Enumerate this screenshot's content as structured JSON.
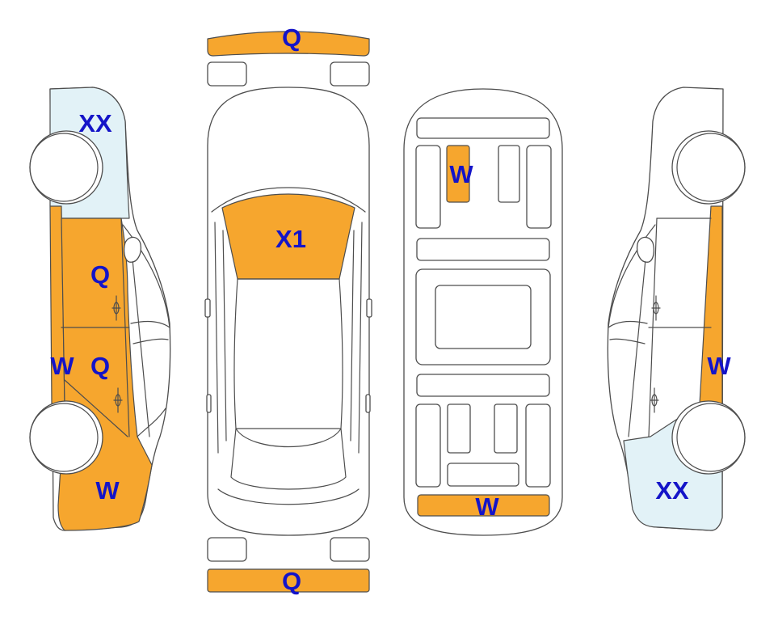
{
  "colors": {
    "marked_orange": "#f6a62e",
    "marked_light_blue": "#e2f2f7",
    "label_blue": "#1414c8",
    "outline": "#4d4d4d"
  },
  "labels": {
    "front_bumper": "Q",
    "rear_bumper": "Q",
    "windshield": "X1",
    "roof_area": "W",
    "trunk_lip": "W",
    "left_front_fender": "XX",
    "left_front_door": "Q",
    "left_rear_door": "Q",
    "left_rocker": "W",
    "left_rear_quarter": "W",
    "right_rocker": "W",
    "right_rear_quarter": "XX"
  }
}
